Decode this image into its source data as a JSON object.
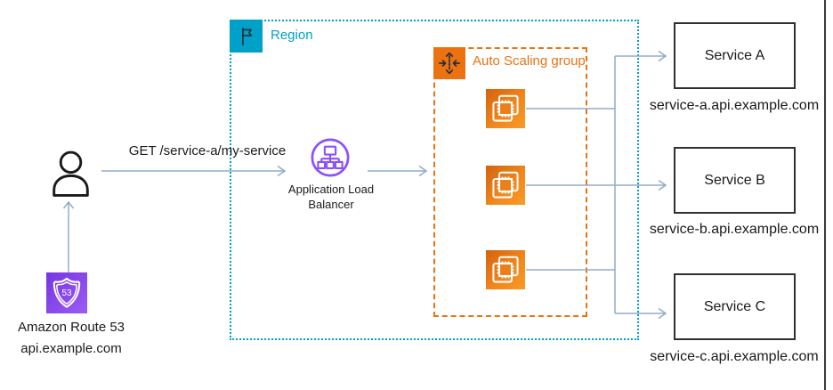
{
  "region": {
    "label": "Region"
  },
  "asg": {
    "label": "Auto Scaling group"
  },
  "request": {
    "label": "GET /service-a/my-service"
  },
  "alb": {
    "label_line1": "Application Load",
    "label_line2": "Balancer"
  },
  "route53": {
    "title": "Amazon Route 53",
    "domain": "api.example.com",
    "shield_badge": "53"
  },
  "services": [
    {
      "name": "Service A",
      "domain": "service-a.api.example.com"
    },
    {
      "name": "Service B",
      "domain": "service-b.api.example.com"
    },
    {
      "name": "Service C",
      "domain": "service-c.api.example.com"
    }
  ],
  "icons": {
    "user": "person-icon",
    "route53": "route53-shield-icon",
    "alb": "load-balancer-icon",
    "region": "region-flag-icon",
    "asg": "auto-scaling-arrows-icon",
    "instance": "ec2-instance-icon"
  },
  "colors": {
    "region_teal": "#00A1C9",
    "asg_orange": "#EC7211",
    "connector_blue": "#93ACC8",
    "alb_purple": "#8C4FFF",
    "ec2_gradient": [
      "#D4620F",
      "#F89B26"
    ],
    "route53_gradient": [
      "#7735E0",
      "#9A5CF5"
    ],
    "service_border": "#2F2F2F"
  }
}
